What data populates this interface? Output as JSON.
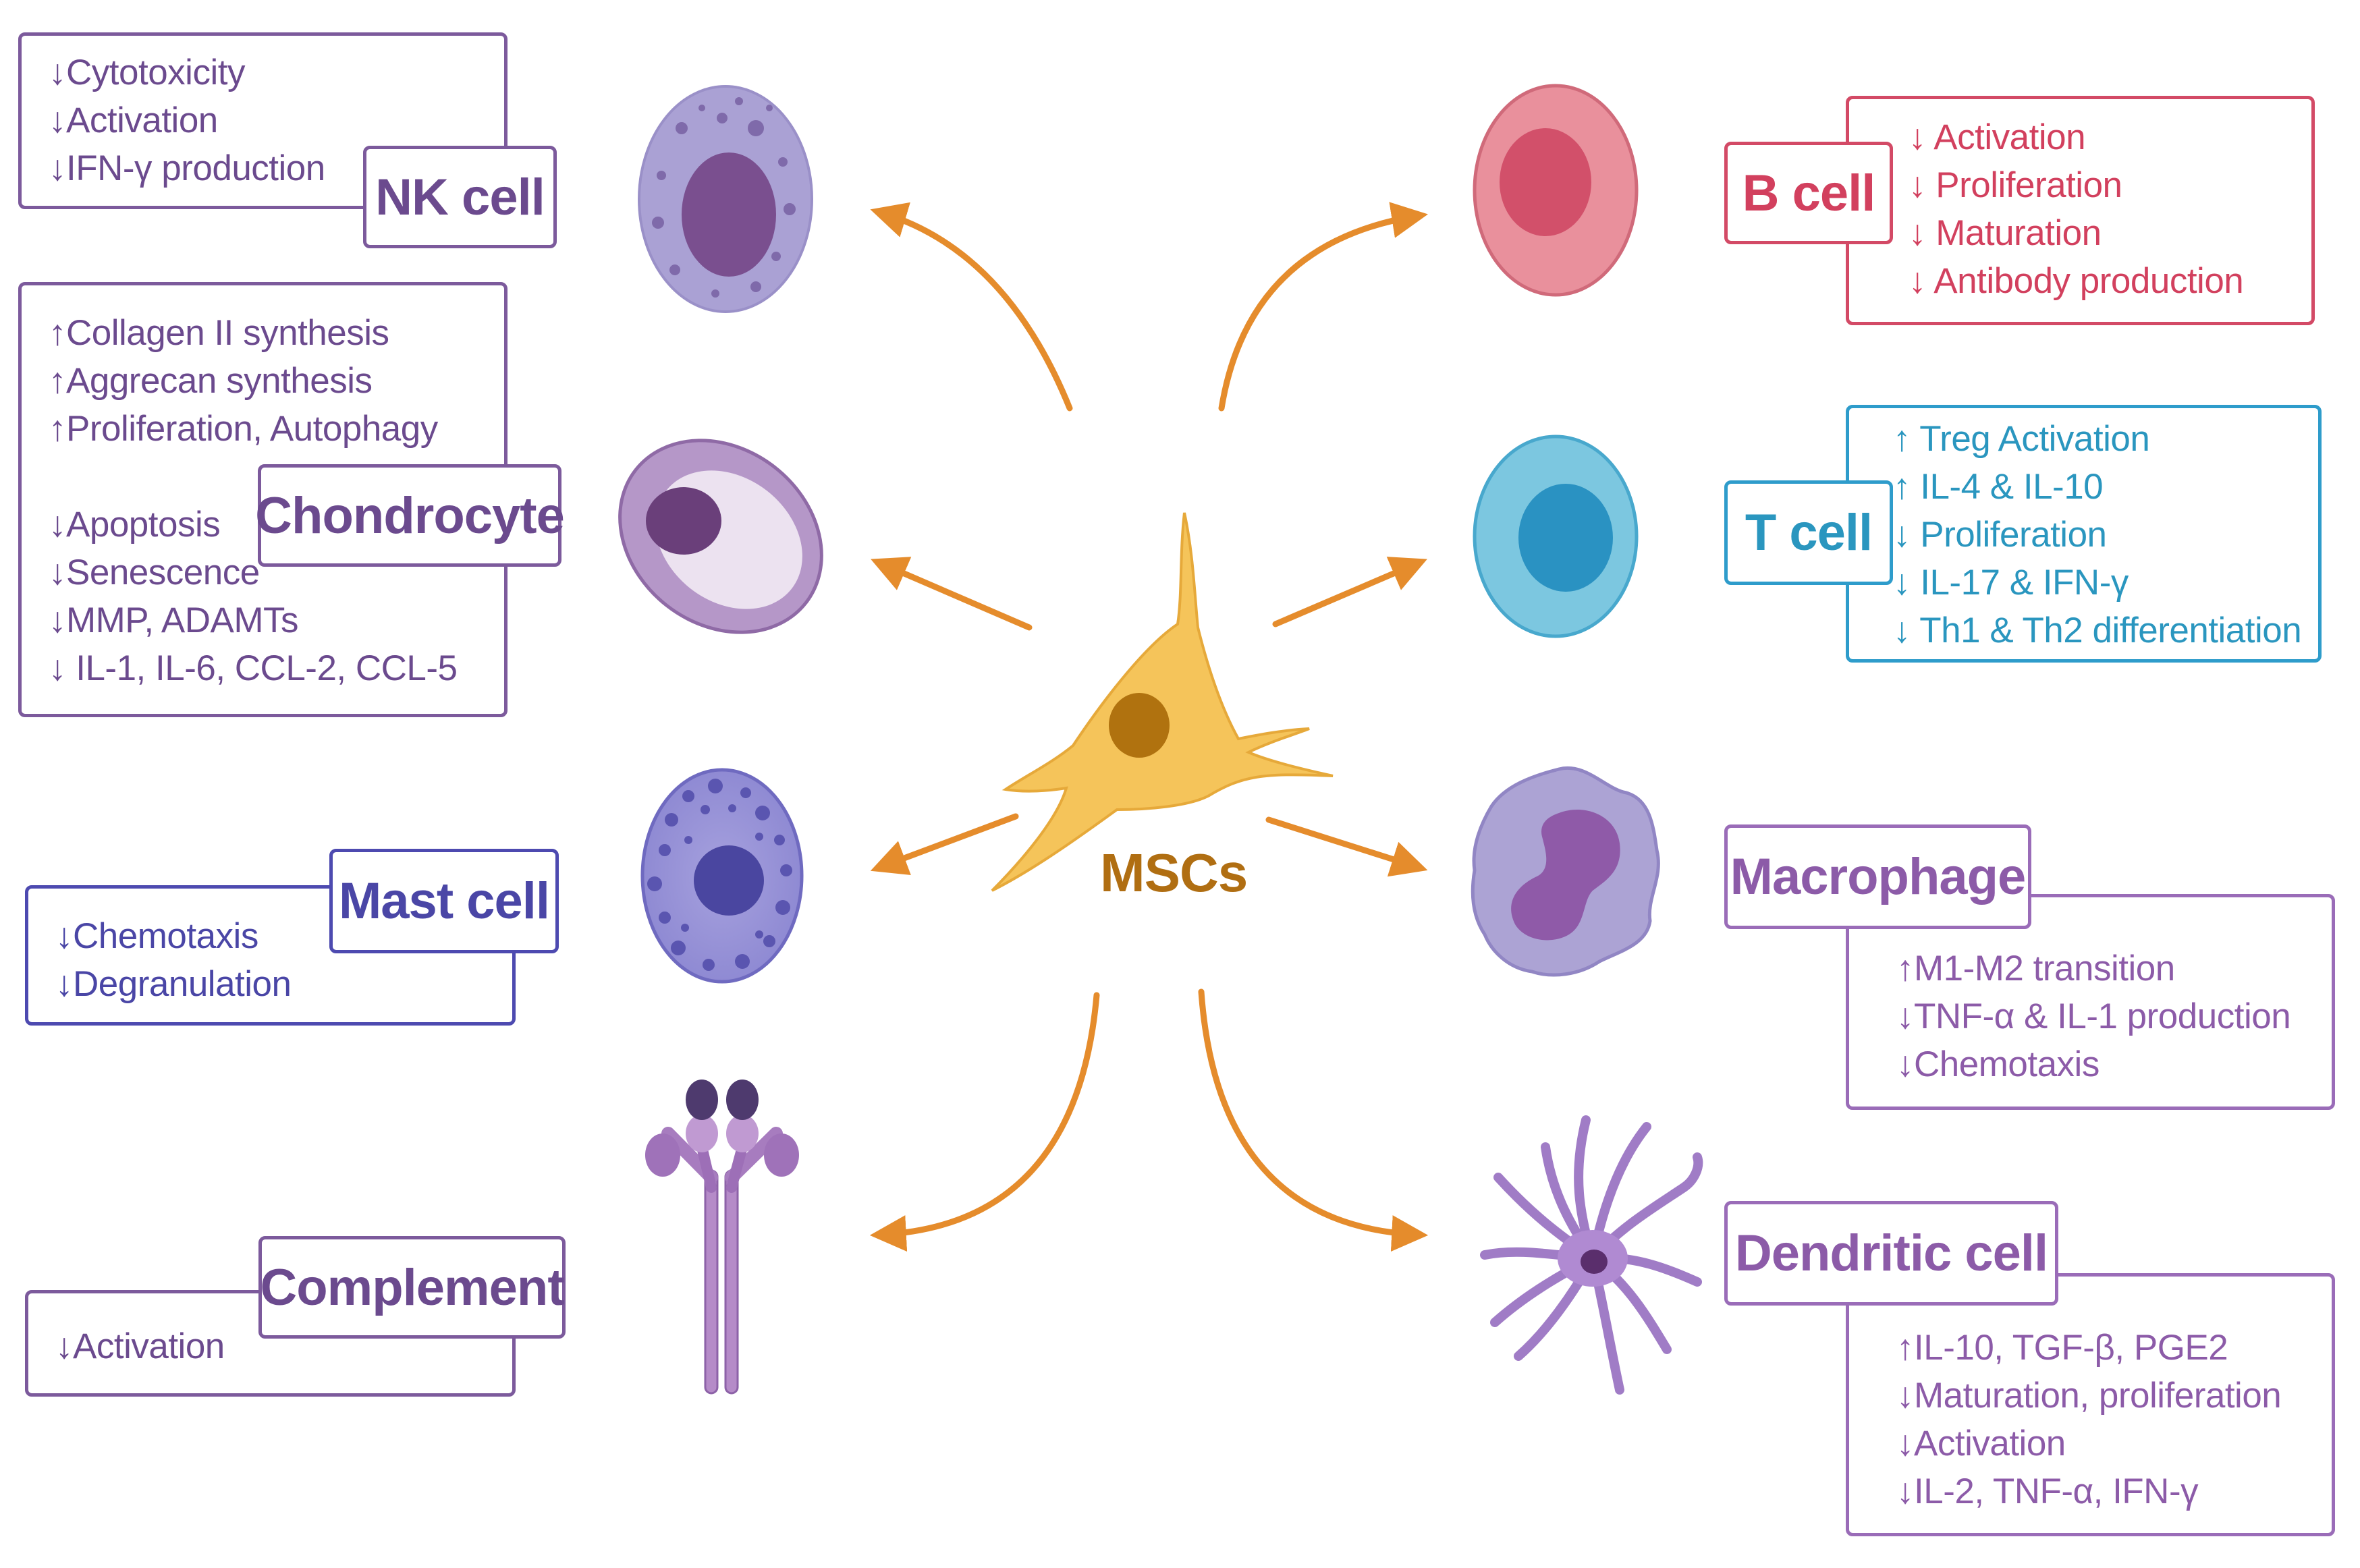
{
  "center": {
    "label": "MSCs"
  },
  "colors": {
    "arrow": "#e58c2c",
    "nk": "#7c5a9c",
    "chondrocyte": "#7c5a9c",
    "mast": "#4d4ab0",
    "complement": "#7c5a9c",
    "b_cell": "#d34a66",
    "t_cell": "#2e9ccb",
    "macrophage": "#9a6cb8",
    "dendritic": "#9a6cb8"
  },
  "cells": {
    "nk": {
      "name": "NK cell",
      "effects": [
        "↓Cytotoxicity",
        "↓Activation",
        "↓IFN-γ production"
      ]
    },
    "chondrocyte": {
      "name": "Chondrocyte",
      "effects_up": [
        "↑Collagen II synthesis",
        "↑Aggrecan synthesis",
        "↑Proliferation, Autophagy"
      ],
      "effects_down": [
        "↓Apoptosis",
        "↓Senescence",
        "↓MMP, ADAMTs",
        "↓ IL-1, IL-6, CCL-2, CCL-5"
      ]
    },
    "mast": {
      "name": "Mast cell",
      "effects": [
        "↓Chemotaxis",
        "↓Degranulation"
      ]
    },
    "complement": {
      "name": "Complement",
      "effects": [
        "↓Activation"
      ]
    },
    "b_cell": {
      "name": "B cell",
      "effects": [
        "↓ Activation",
        "↓ Proliferation",
        "↓ Maturation",
        "↓ Antibody production"
      ]
    },
    "t_cell": {
      "name": "T cell",
      "effects": [
        "↑ Treg Activation",
        "↑ IL-4 & IL-10",
        "↓ Proliferation",
        "↓ IL-17 & IFN-γ",
        "↓ Th1 & Th2 differentiation"
      ]
    },
    "macrophage": {
      "name": "Macrophage",
      "effects": [
        "↑M1-M2 transition",
        "↓TNF-α & IL-1 production",
        "↓Chemotaxis"
      ]
    },
    "dendritic": {
      "name": "Dendritic cell",
      "effects": [
        "↑IL-10, TGF-β, PGE2",
        "↓Maturation, proliferation",
        "↓Activation",
        "↓IL-2, TNF-α, IFN-γ"
      ]
    }
  }
}
